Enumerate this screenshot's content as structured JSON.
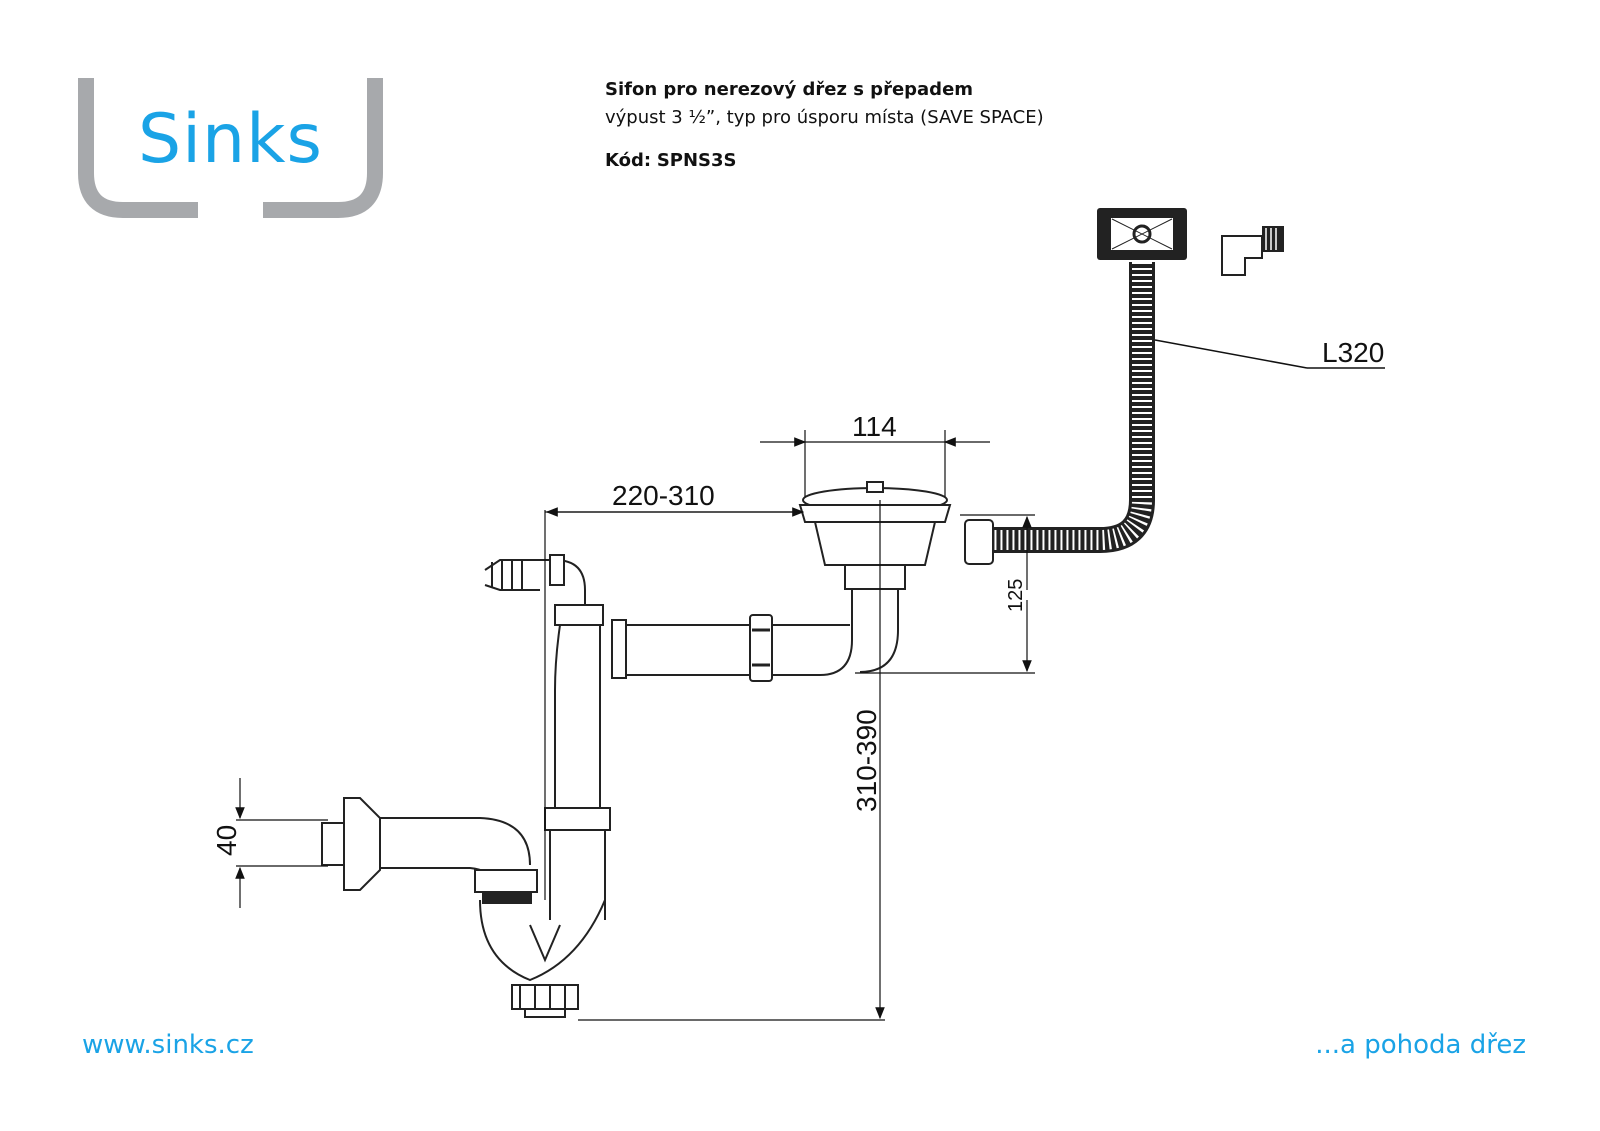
{
  "brand": {
    "logo_text": "Sinks",
    "frame_color": "#a7a9ac",
    "text_color": "#1aa3e6"
  },
  "header": {
    "title": "Sifon pro nerezový dřez s přepadem",
    "subtitle": "výpust 3 ½”, typ pro úsporu místa (SAVE SPACE)",
    "code_label": "Kód:",
    "code_value": "SPNS3S"
  },
  "dimensions": {
    "overflow_hose": "L320",
    "strainer_width": "114",
    "horizontal_span": "220-310",
    "outlet_drop": "125",
    "total_height": "310-390",
    "outlet_diameter": "40"
  },
  "footer": {
    "website": "www.sinks.cz",
    "slogan": "...a pohoda dřez"
  }
}
